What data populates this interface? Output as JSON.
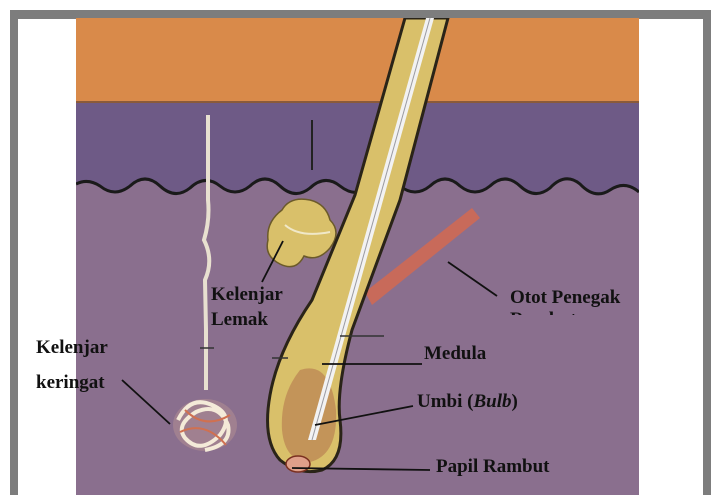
{
  "diagram": {
    "labels": {
      "kelenjar_lemak_1": "Kelenjar",
      "kelenjar_lemak_2": "Lemak",
      "kelenjar_keringat_1": "Kelenjar",
      "kelenjar_keringat_2": "keringat",
      "otot_penegak": "Otot Penegak Rambut",
      "medula": "Medula",
      "umbi_prefix": "Umbi (",
      "umbi_italic": "Bulb",
      "umbi_suffix": ")",
      "papil": "Papil Rambut"
    },
    "colors": {
      "epidermis": "#d98a4a",
      "dermis_band": "#6e5a86",
      "hypodermis": "#8a6f8e",
      "hair_follicle": "#d9c06a",
      "muscle": "#c86a5a",
      "frame": "#7d7d7d"
    }
  }
}
